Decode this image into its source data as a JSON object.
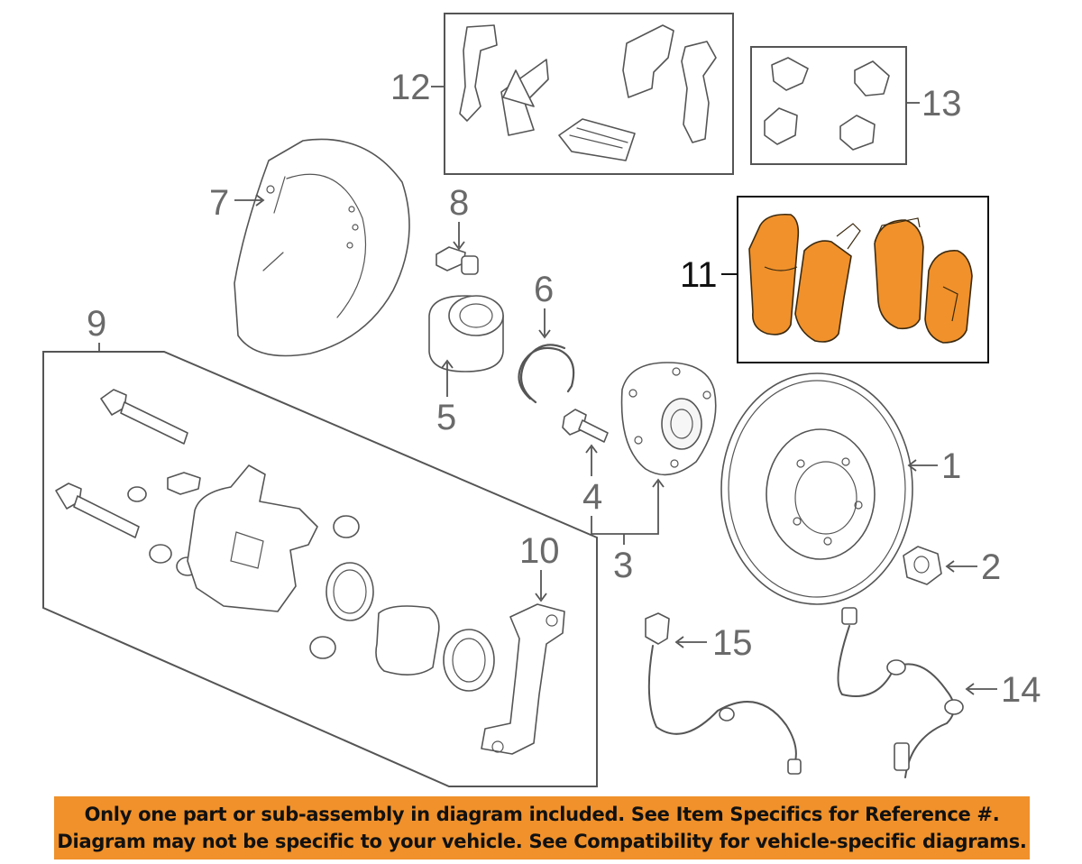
{
  "callouts": {
    "c1": "1",
    "c2": "2",
    "c3": "3",
    "c4": "4",
    "c5": "5",
    "c6": "6",
    "c7": "7",
    "c8": "8",
    "c9": "9",
    "c10": "10",
    "c11": "11",
    "c12": "12",
    "c13": "13",
    "c14": "14",
    "c15": "15"
  },
  "highlighted_callout": "11",
  "colors": {
    "highlight": "#f0912b",
    "banner": "#f0912b",
    "line_art": "#555555"
  },
  "disclaimer": {
    "line1": "Only one part or sub-assembly in diagram included. See Item Specifics for Reference #.",
    "line2": "Diagram may not be specific to your vehicle. See Compatibility for vehicle-specific diagrams."
  }
}
